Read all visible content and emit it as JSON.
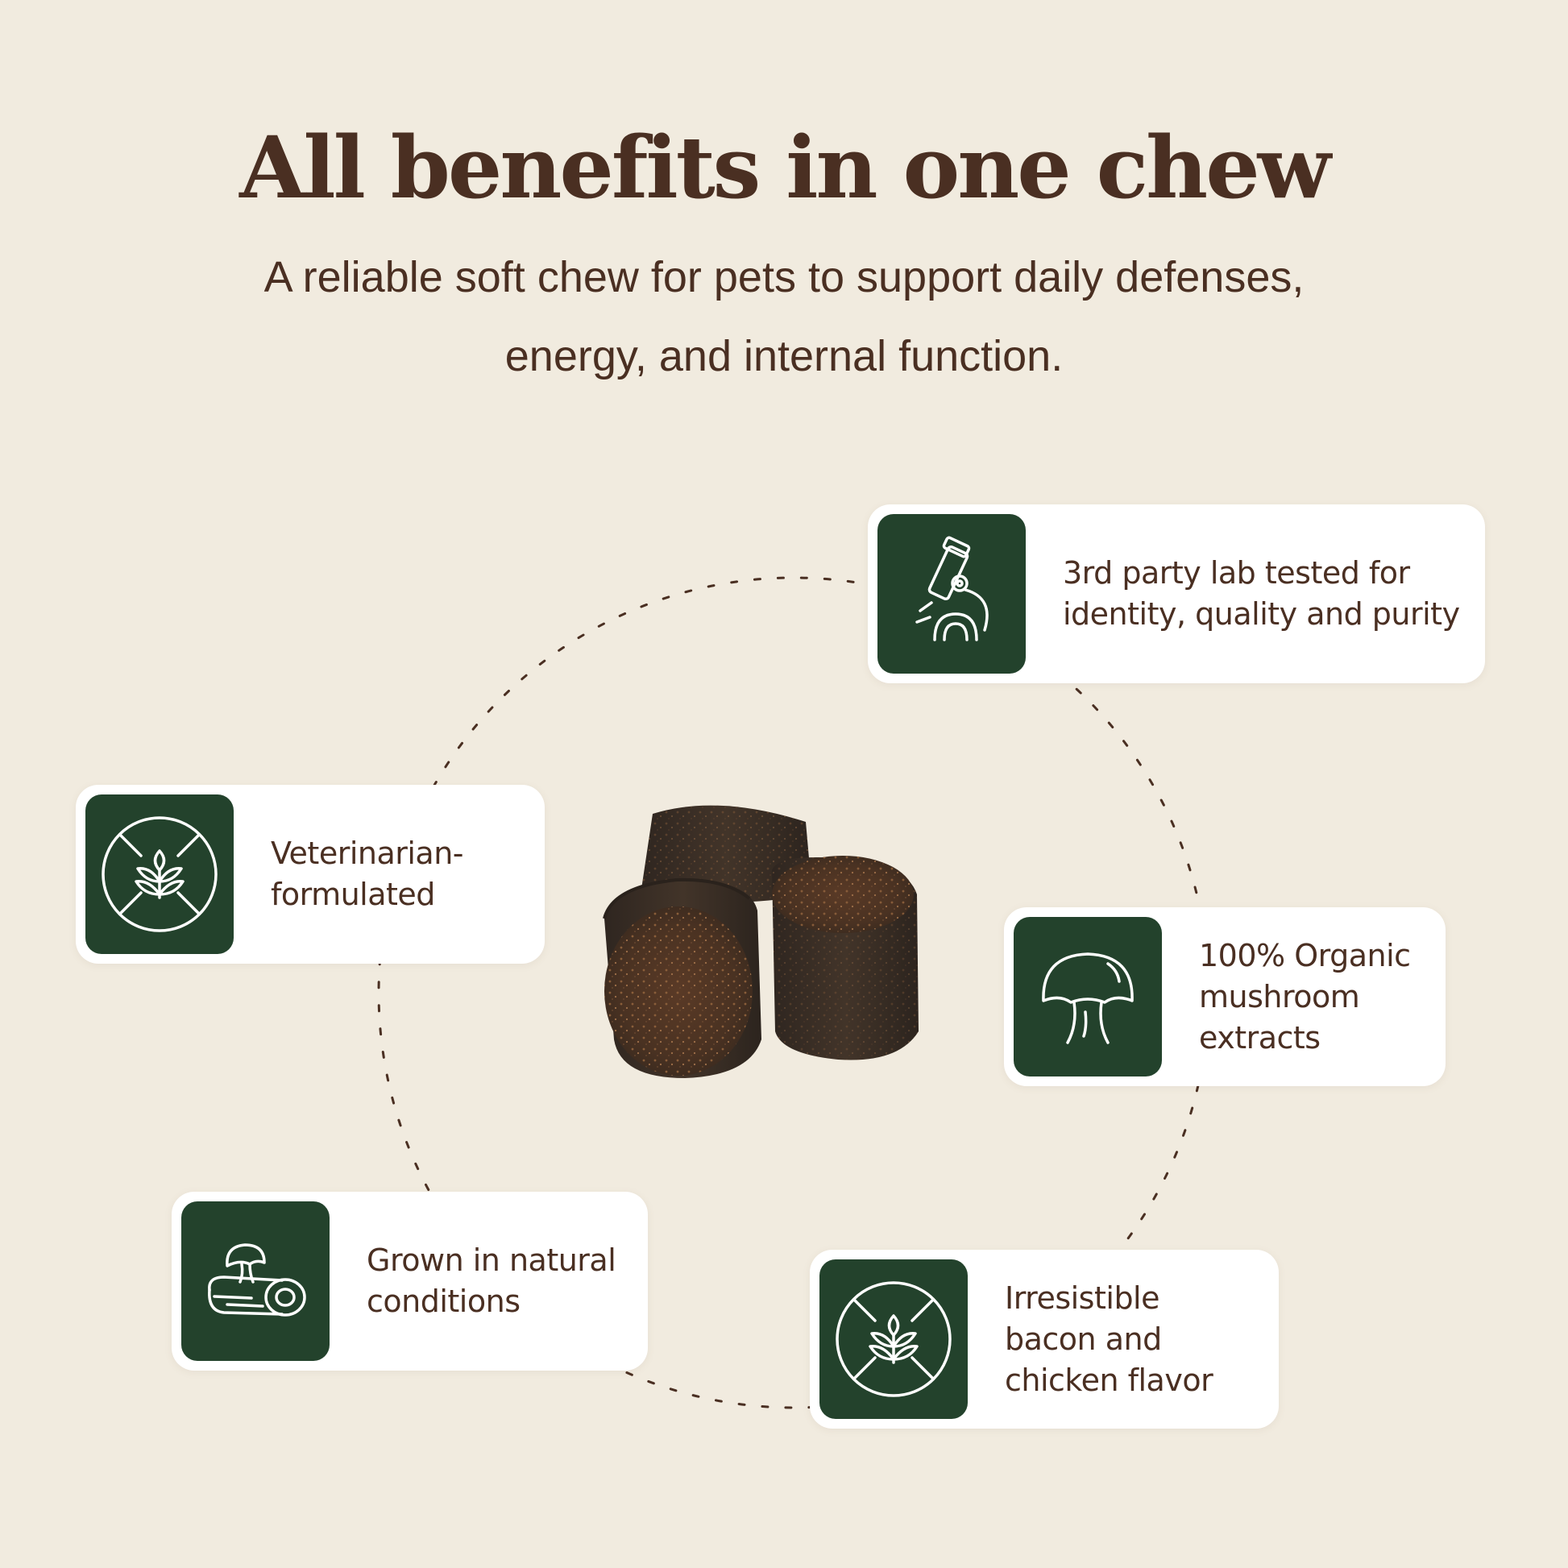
{
  "header": {
    "title": "All benefits in one chew",
    "subtitle_line1": "A reliable soft chew for pets to support daily defenses,",
    "subtitle_line2": "energy, and internal function."
  },
  "benefits": [
    {
      "text": "3rd party lab tested for\nidentity, quality and purity",
      "icon": "microscope-icon"
    },
    {
      "text": "Veterinarian-\nformulated",
      "icon": "crossed-grain-icon"
    },
    {
      "text": "100% Organic\nmushroom\nextracts",
      "icon": "mushroom-icon"
    },
    {
      "text": "Grown in natural\nconditions",
      "icon": "mushroom-log-icon"
    },
    {
      "text": "Irresistible\nbacon and\nchicken flavor",
      "icon": "crossed-grain-icon"
    }
  ],
  "colors": {
    "background": "#f1ebdf",
    "text": "#4a2f22",
    "icon_tile": "#23422c",
    "card": "#ffffff",
    "chew": "#3f3127"
  }
}
